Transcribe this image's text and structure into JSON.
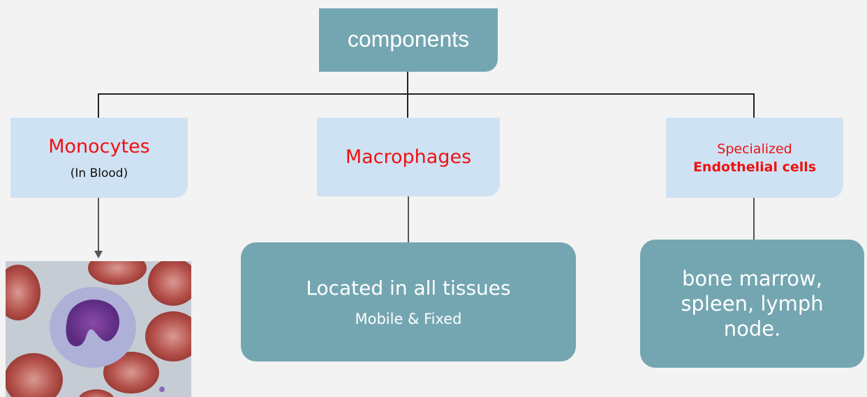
{
  "root": {
    "label": "components"
  },
  "branches": [
    {
      "title": "Monocytes",
      "subtitle": "(In Blood)"
    },
    {
      "title": "Macrophages"
    },
    {
      "title_line1": "Specialized",
      "title_line2": "Endothelial cells"
    }
  ],
  "details": {
    "macrophages": {
      "line1": "Located in all tissues",
      "line2": "Mobile & Fixed"
    },
    "endothelial": {
      "text": "bone marrow, spleen, lymph node."
    }
  },
  "image": {
    "description_icon": "monocyte-micrograph"
  },
  "colors": {
    "teal": "#74a6b1",
    "light_blue": "#cfe2f3",
    "red": "#ee1111",
    "background": "#f3f3f3"
  }
}
